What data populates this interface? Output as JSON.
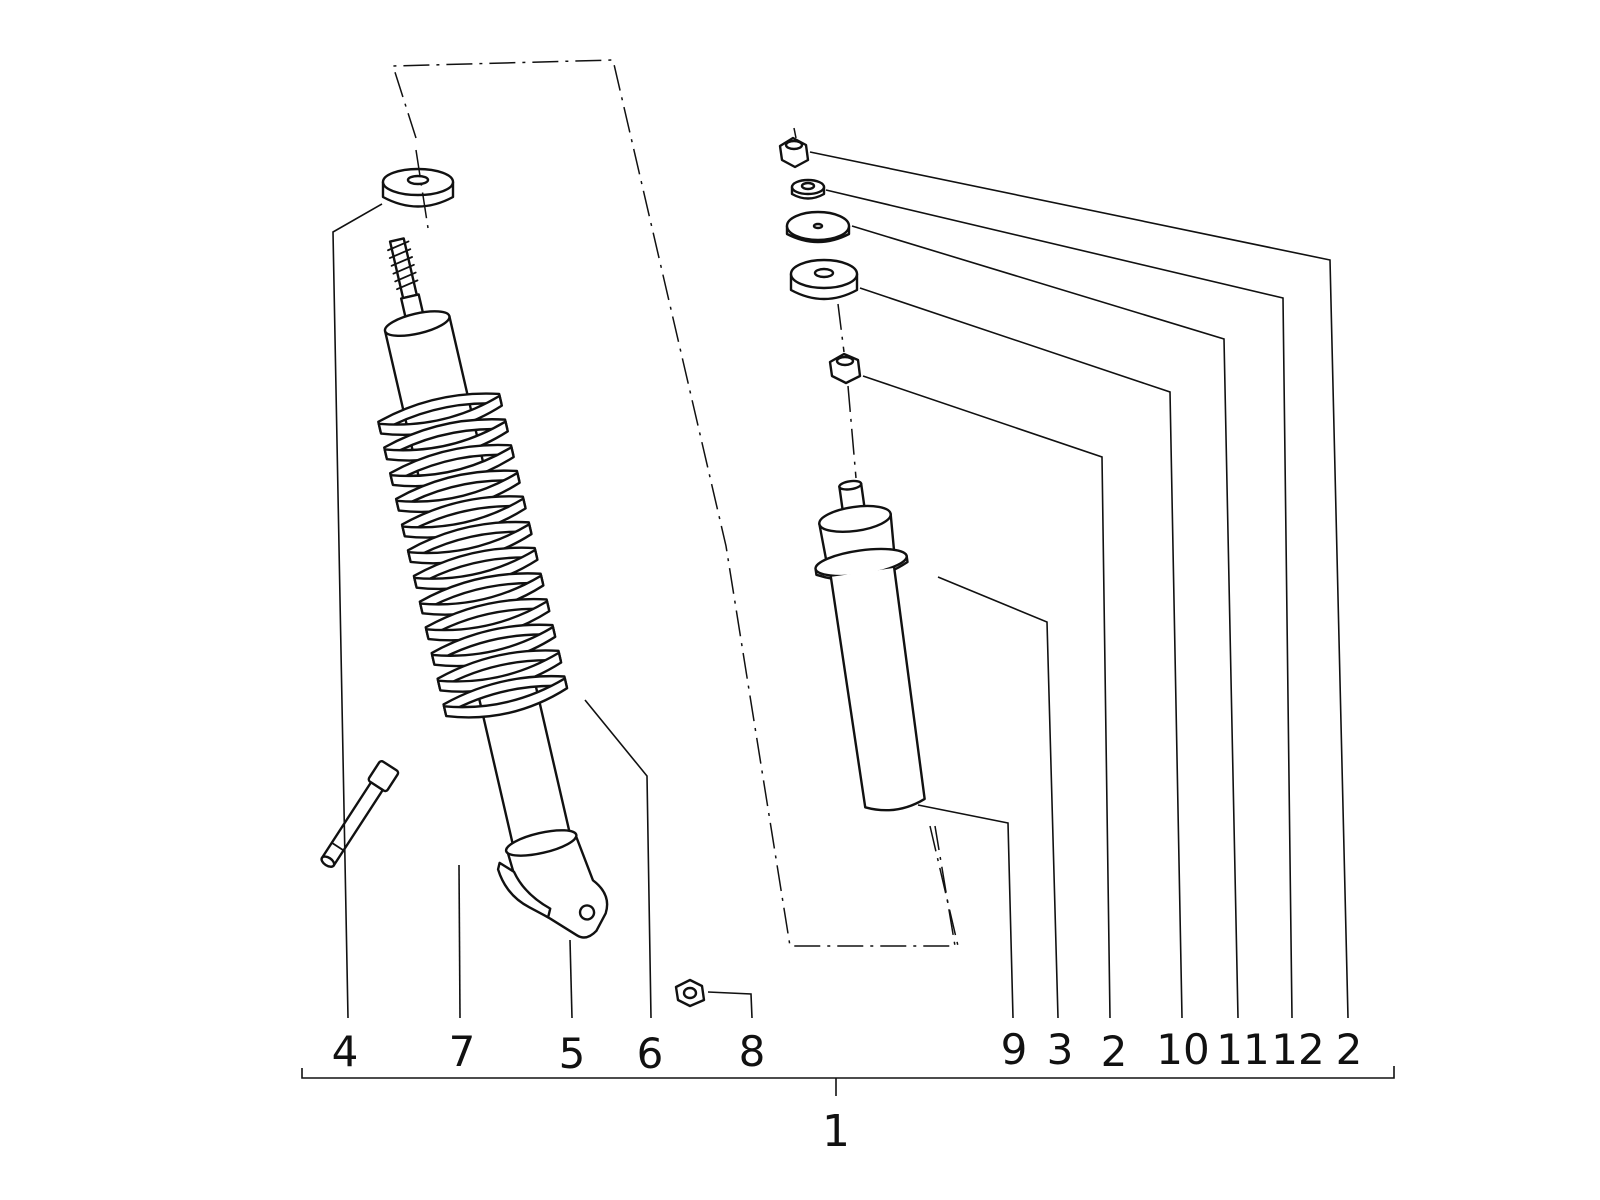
{
  "assembly": {
    "number": "1",
    "callouts": [
      {
        "id": "seat-washer",
        "label": "4"
      },
      {
        "id": "mount-bolt",
        "label": "7"
      },
      {
        "id": "lower-bracket",
        "label": "5"
      },
      {
        "id": "coil-spring",
        "label": "6"
      },
      {
        "id": "lower-nut",
        "label": "8"
      },
      {
        "id": "damper-body",
        "label": "9"
      },
      {
        "id": "dust-boot",
        "label": "3"
      },
      {
        "id": "rod-nut",
        "label": "2"
      },
      {
        "id": "rubber-bush",
        "label": "10"
      },
      {
        "id": "plate-washer",
        "label": "11"
      },
      {
        "id": "small-washer",
        "label": "12"
      },
      {
        "id": "top-nut",
        "label": "2"
      }
    ]
  }
}
